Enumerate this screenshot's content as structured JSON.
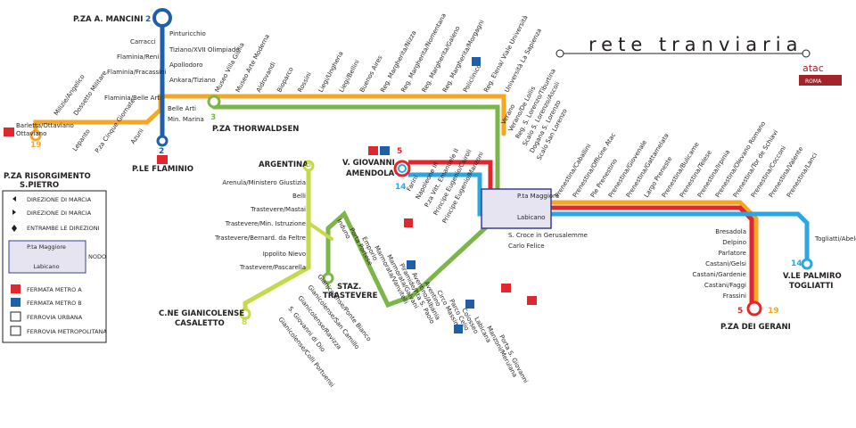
{
  "title": "rete tranviaria",
  "logo": {
    "brand": "atac",
    "sub": "ROMA"
  },
  "colors": {
    "l2": "#1f5fa9",
    "l3": "#7ab648",
    "l5": "#e1262d",
    "l8": "#c5d94a",
    "l14": "#2aa7e0",
    "l19": "#f5a623",
    "metroA": "#e1262d",
    "metroB": "#1f5fa9"
  },
  "lines": {
    "l2": "2",
    "l3": "3",
    "l5": "5",
    "l8": "8",
    "l14": "14",
    "l19": "19"
  },
  "terminals": {
    "mancini": "P.ZA A. MANCINI",
    "flaminio": "P.LE FLAMINIO",
    "risorgimento": "P.ZA RISORGIMENTO",
    "risorgimento2": "S.PIETRO",
    "thorwaldsen": "P.ZA THORWALDSEN",
    "argentina": "ARGENTINA",
    "gianicolense": "C.NE GIANICOLENSE",
    "gianicolense2": "CASALETTO",
    "trastevere": "STAZ.",
    "trastevere2": "TRASTEVERE",
    "amendola": "V. GIOVANNI",
    "amendola2": "AMENDOLA",
    "gerani": "P.ZA DEI GERANI",
    "palmiro": "V.LE PALMIRO",
    "palmiro2": "TOGLIATTI"
  },
  "stops": {
    "line2": [
      "Pinturicchio",
      "Tiziano/XVII Olimpiade",
      "Apollodoro",
      "Ankara/Tiziano",
      "Carracci",
      "Flaminia/Reni",
      "Flaminia/Fracassini"
    ],
    "line2_shared": [
      "Belle Arti",
      "Min. Marina",
      "Flaminia/Belle Arti"
    ],
    "line19_west": [
      "Barletta/Ottaviano",
      "Milizie/Angelico",
      "Ottaviano",
      "Lepanto",
      "P.za Cinque Giornate",
      "Azuni",
      "Milizie/Angelico",
      "Dossetto Militare"
    ],
    "line19_north": [
      "Museo Villa Giulia",
      "Museo Arte Moderna",
      "Aldrovandi",
      "Bioparco",
      "Rossini",
      "Liegi/Ungheria",
      "Liegi/Bellini",
      "Buenos Aires",
      "Reg. Margherita/Nizza",
      "Reg. Margherita/Nomentana",
      "Reg. Margherita/Galeno",
      "Reg. Margherita/Morgagni",
      "Policlinico",
      "Reg. Elena/ Viale Università",
      "Università La Sapienza"
    ],
    "line3_east": [
      "Verano",
      "Verano/De Lollis",
      "Reg. S. Lorenzo/Tiburtina",
      "Scalo S. Lorenzo/Ascoli",
      "Dogana S. Lorenzo",
      "Scalo San Lorenzo"
    ],
    "line8": [
      "Arenula/Ministero Giustizia",
      "Belli",
      "Trastevere/Mastai",
      "Trastevere/Min. Istruzione",
      "Trastevere/Bernard. da Feltre",
      "Ippolito Nievo",
      "Trastevere/Pascarella"
    ],
    "line8_south": [
      "Gianicolense/Ponte Bianco",
      "Gianicolense/San Camillo",
      "Gianicolense/Ravizza",
      "S. Giovanni di Dio",
      "Gianicolense/Colli Portuensi"
    ],
    "line3_south": [
      "Induno",
      "Porta Portese",
      "Emporio",
      "Marmorata/Vanvitelli",
      "Marmorata/Galvani",
      "Piramide/P.ta S. Paolo",
      "Aventino/Albania",
      "Aventino",
      "Circo Massimo",
      "Parco Celio",
      "Colosseo",
      "Labicana",
      "Manzoni/Merulana",
      "Porta S. Giovanni"
    ],
    "line5_14": [
      "Farini",
      "Napoleone III",
      "P.za Vitt. Emanuele II",
      "Principe Eugenio/Cairoli",
      "Principe Eugenio/Manzoni"
    ],
    "carlo": [
      "S. Croce in Gerusalemme",
      "Carlo Felice"
    ],
    "prenestina": [
      "Prenestina/Caballini",
      "Prenestina/Officine Atac",
      "Ple Prenestino",
      "Prenestina/Giovenale",
      "Prenestina/Gattamelata",
      "Largo Preneste",
      "Prenestina/Bulicame",
      "Prenestina/Telese",
      "Prenestina/Irpinia",
      "Prenestina/Olevano Romano",
      "Prenestina/Tor de Schiavi",
      "Prenestina/Cocconi",
      "Prenestina/Valente",
      "Prenestina/Lanci"
    ],
    "gerani": [
      "Bresadola",
      "Delpino",
      "Parlatore",
      "Castani/Gelsi",
      "Castani/Gardenie",
      "Castani/Faggi",
      "Frassini"
    ],
    "togliatti": "Togliatti/Abele"
  },
  "node": {
    "a": "P.ta Maggiore",
    "b": "Labicano"
  },
  "legend": {
    "items": [
      "DIREZIONE DI MARCIA",
      "DIREZIONE DI MARCIA",
      "ENTRAMBE LE DIREZIONI",
      "NODO",
      "FERMATA METRO A",
      "FERMATA METRO B",
      "FERROVIA URBANA",
      "FERROVIA METROPOLITANA"
    ],
    "node_a": "P.ta Maggiore",
    "node_b": "Labicano"
  }
}
